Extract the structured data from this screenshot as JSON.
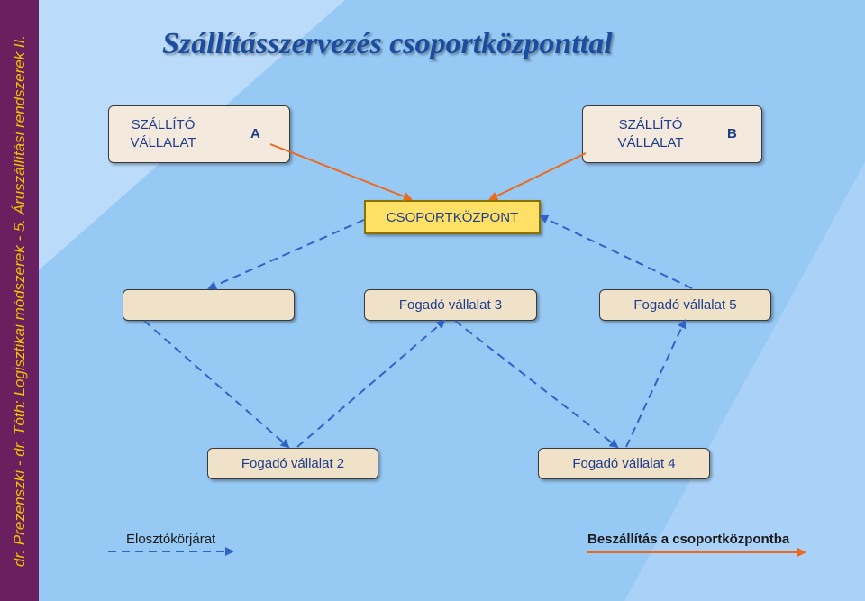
{
  "sidebar": {
    "text": "dr. Prezenszki - dr. Tóth:   Logisztikai módszerek - 5. Áruszállítási rendszerek II."
  },
  "title": "Szállításszervezés csoportközponttal",
  "nodes": {
    "company_a": {
      "name": "SZÁLLÍTÓ\nVÁLLALAT",
      "letter": "A"
    },
    "company_b": {
      "name": "SZÁLLÍTÓ\nVÁLLALAT",
      "letter": "B"
    },
    "hub": {
      "label": "CSOPORTKÖZPONT"
    },
    "receiver_1": {
      "label": ""
    },
    "receiver_2": {
      "label": "Fogadó vállalat 2"
    },
    "receiver_3": {
      "label": "Fogadó vállalat 3"
    },
    "receiver_4": {
      "label": "Fogadó vállalat 4"
    },
    "receiver_5": {
      "label": "Fogadó vállalat 5"
    }
  },
  "legend": {
    "distribution": "Elosztókörjárat",
    "supply": "Beszállítás a csoportközpontba"
  },
  "colors": {
    "supply_arrow": "#ec6a1e",
    "distribution_arrow": "#2f63c8",
    "sidebar_bg": "#6a1f5f",
    "sidebar_text": "#f2c200"
  }
}
